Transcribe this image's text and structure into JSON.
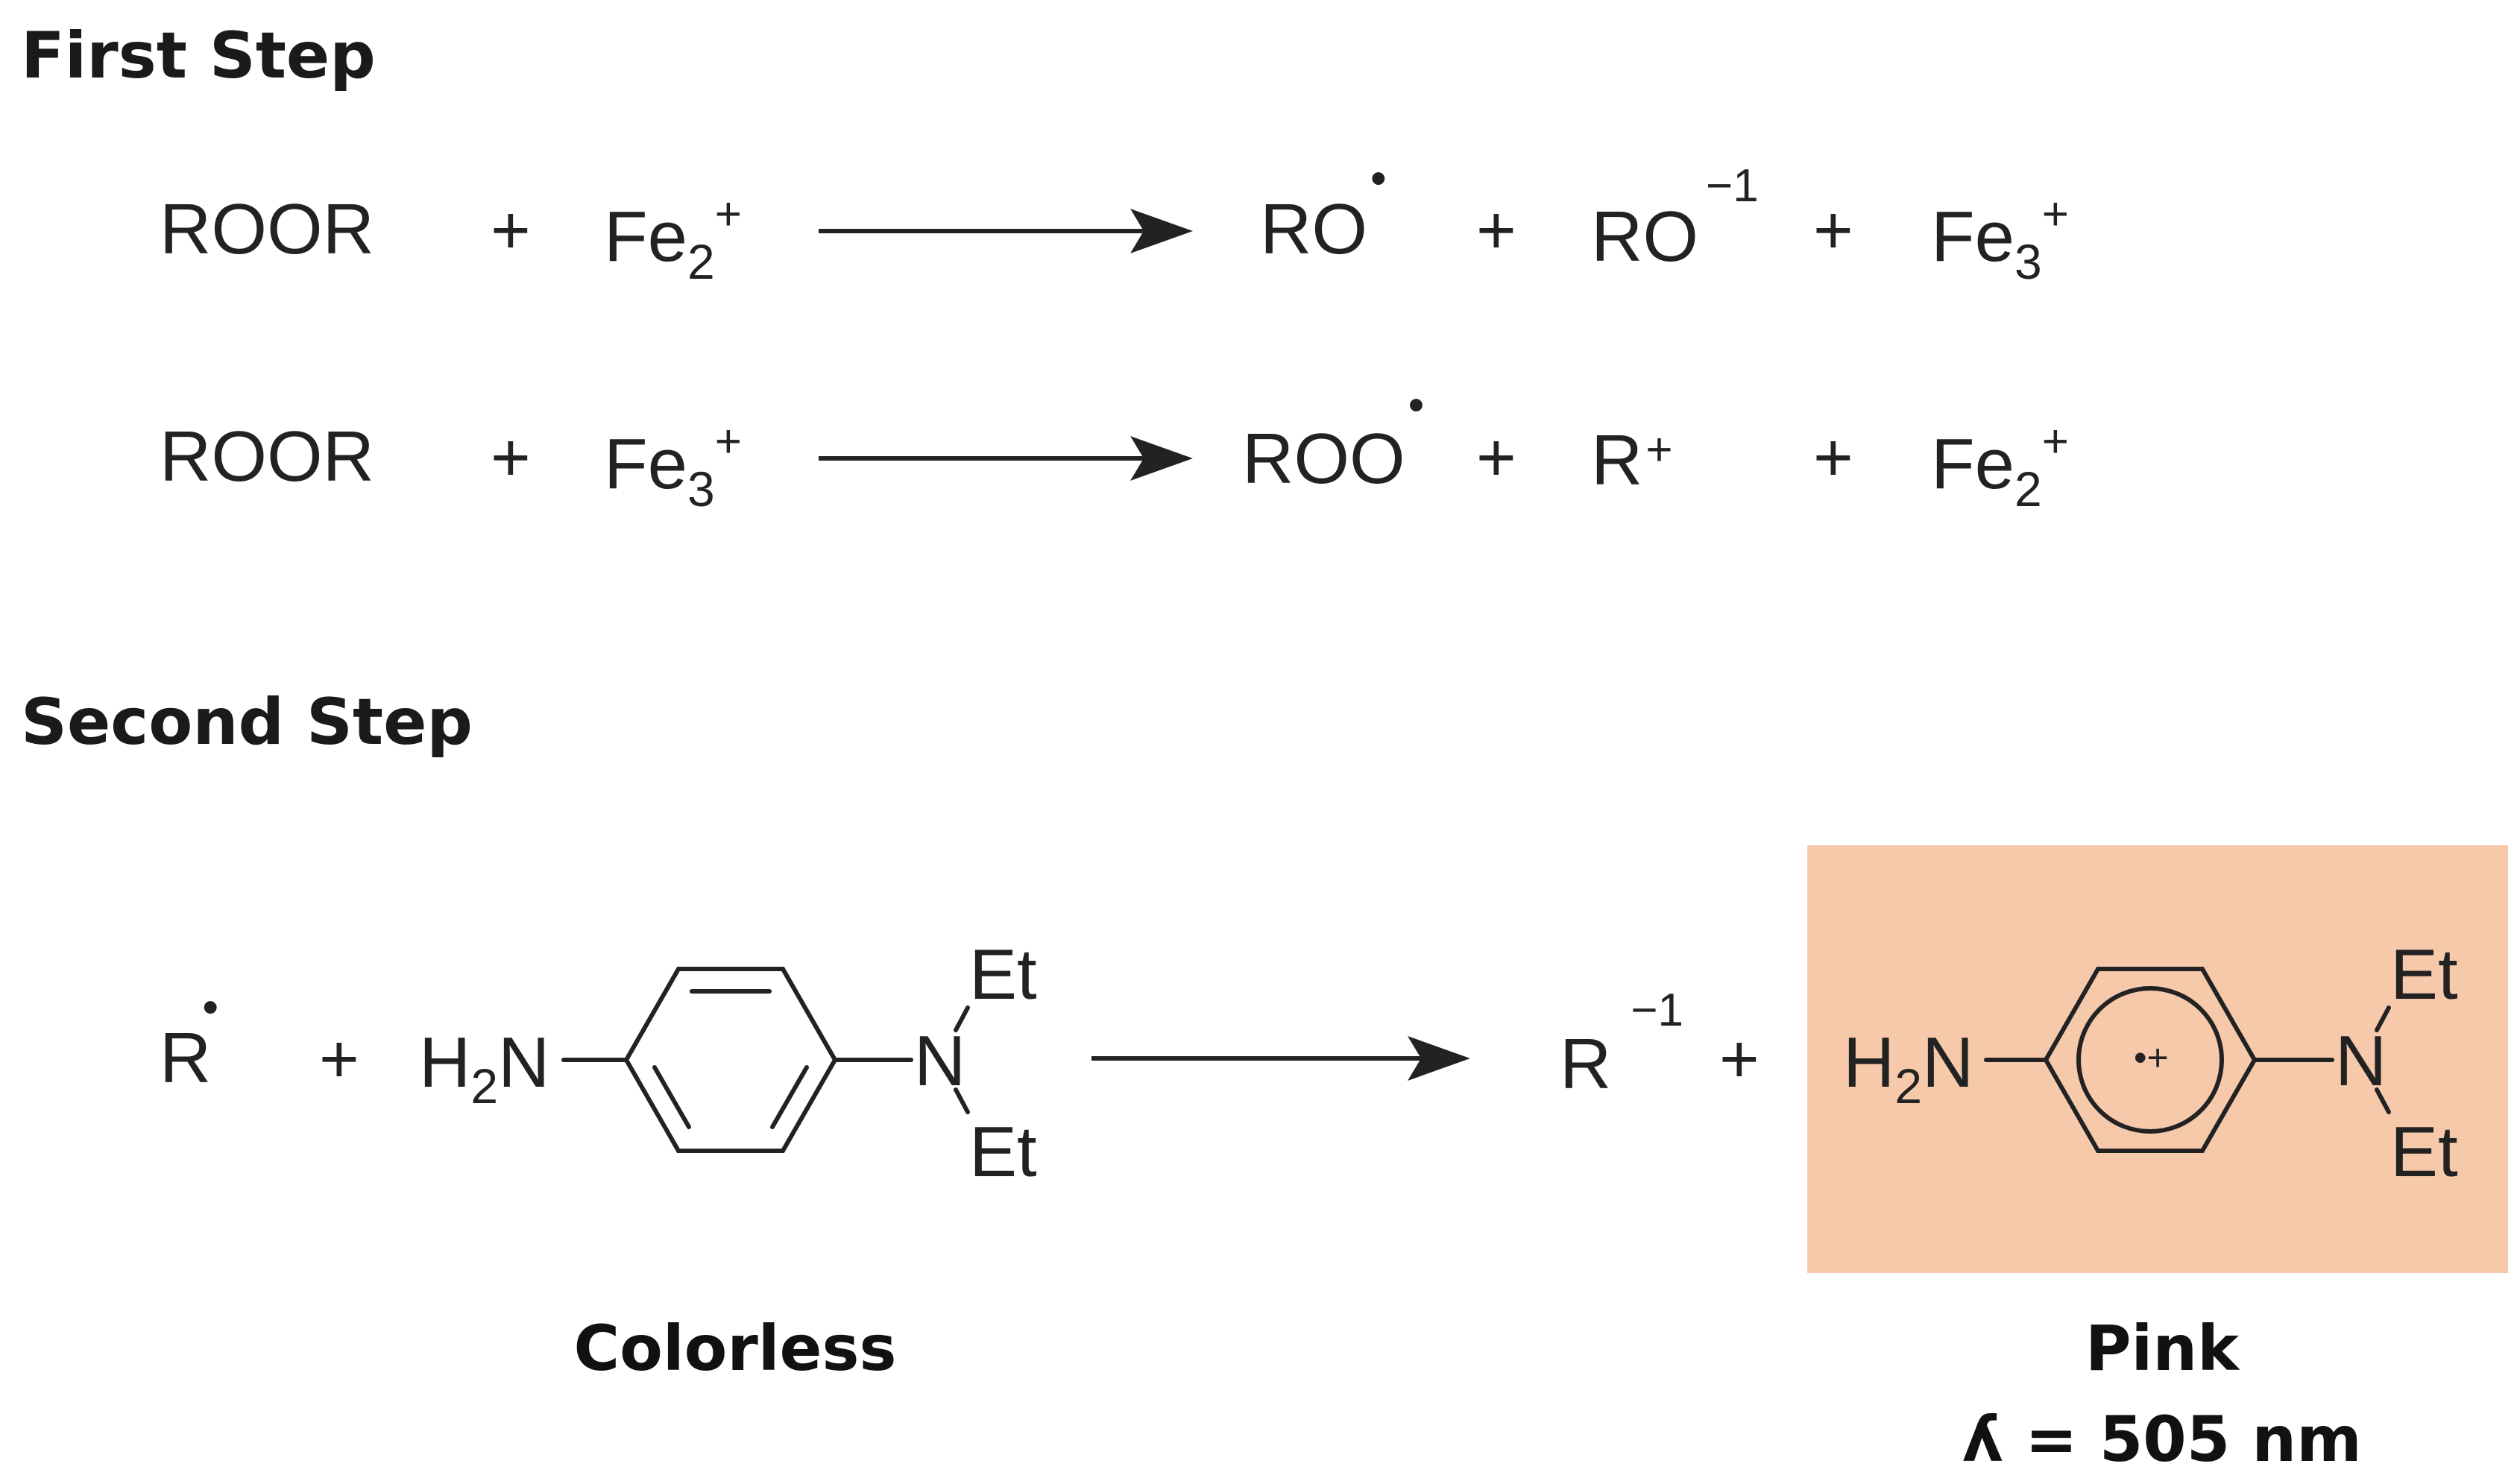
{
  "colors": {
    "background": "#ffffff",
    "ink": "#222222",
    "highlight": "#f7c9ab"
  },
  "first_step": {
    "heading": "First Step",
    "reaction1": {
      "reactant1": "ROOR",
      "plus": "+",
      "reactant2": {
        "base": "Fe",
        "sub": "2",
        "sup": "+"
      },
      "product1": {
        "base": "RO",
        "sup": "•"
      },
      "product2": {
        "base": "RO",
        "sup": "−1"
      },
      "product3": {
        "base": "Fe",
        "sub": "3",
        "sup": "+"
      }
    },
    "reaction2": {
      "reactant1": "ROOR",
      "plus": "+",
      "reactant2": {
        "base": "Fe",
        "sub": "3",
        "sup": "+"
      },
      "product1": {
        "base": "ROO",
        "sup": "•"
      },
      "product2": {
        "base": "R",
        "sup": "+"
      },
      "product3": {
        "base": "Fe",
        "sub": "2",
        "sup": "+"
      }
    }
  },
  "second_step": {
    "heading": "Second Step",
    "reactant1": {
      "base": "R",
      "sup": "•"
    },
    "plus": "+",
    "reactant2": {
      "amine_left": {
        "base": "H",
        "sub": "2",
        "rest": "N"
      },
      "n_right": "N",
      "et_top": "Et",
      "et_bottom": "Et",
      "label": "Colorless"
    },
    "product1": {
      "base": "R",
      "sup": "−1"
    },
    "product2": {
      "amine_left": {
        "base": "H",
        "sub": "2",
        "rest": "N"
      },
      "n_right": "N",
      "et_top": "Et",
      "et_bottom": "Et",
      "ring_charge": "•+",
      "label": "Pink",
      "wavelength": "ʎ = 505 nm"
    }
  }
}
